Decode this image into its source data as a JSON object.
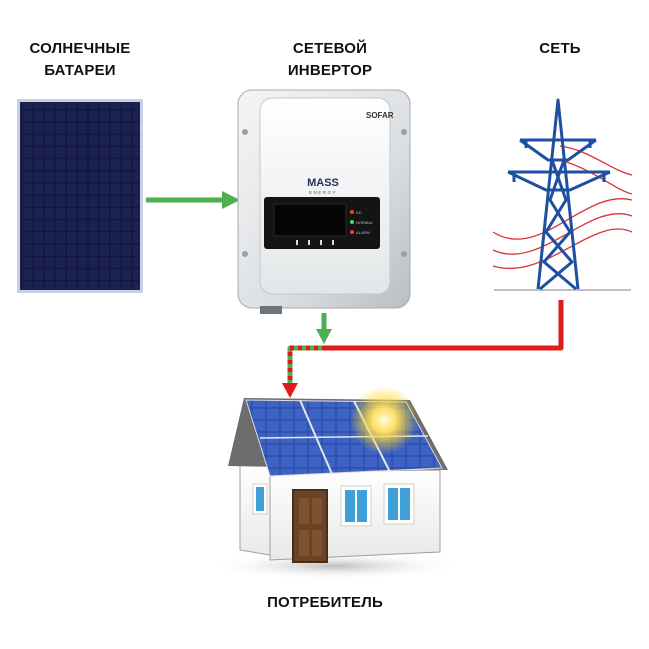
{
  "labels": {
    "solar_panels": [
      "СОЛНЕЧНЫЕ",
      "БАТАРЕИ"
    ],
    "inverter": [
      "СЕТЕВОЙ",
      "ИНВЕРТОР"
    ],
    "grid": [
      "СЕТЬ"
    ],
    "consumer": [
      "ПОТРЕБИТЕЛЬ"
    ]
  },
  "inverter_device": {
    "brand": "SOFAR",
    "model": "MASS",
    "model_sub": "ENERGY",
    "indicators": [
      "DC",
      "NORMAL",
      "ALARM"
    ]
  },
  "colors": {
    "solar_flow": "#4caf50",
    "grid_flow": "#e01b1b",
    "panel": "#14183a",
    "tower": "#1e4fa0",
    "roof": "#3a5fb8"
  }
}
